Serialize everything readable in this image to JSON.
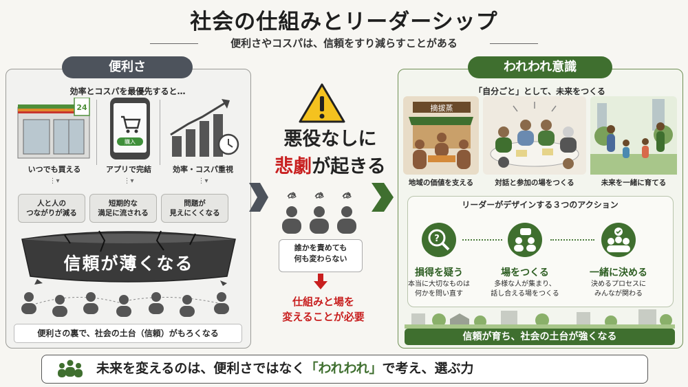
{
  "header": {
    "title": "社会の仕組みとリーダーシップ",
    "subtitle": "便利さやコスパは、信頼をすり減らすことがある"
  },
  "left": {
    "pill": "便利さ",
    "heading": "効率とコスパを最優先すると…",
    "store_sign": "24",
    "buy_button": "購入",
    "captions": [
      "いつでも買える",
      "アプリで完結",
      "効率・コスパ重視"
    ],
    "effects": [
      "人と人の\nつながりが減る",
      "短期的な\n満足に流される",
      "問題が\n見えにくくなる"
    ],
    "rock_text": "信頼が薄くなる",
    "bottom": "便利さの裏で、社会の土台（信頼）がもろくなる"
  },
  "center": {
    "line1": "悪役なしに",
    "line2_red": "悲劇",
    "line2_rest": "が起きる",
    "box": "誰かを責めても\n何も変わらない",
    "conclusion": "仕組みと場を\n変えることが必要"
  },
  "right": {
    "pill": "われわれ意識",
    "heading": "「自分ごと」として、未来をつくる",
    "shop_sign": "摘拔蒸",
    "captions": [
      "地域の価値を支える",
      "対話と参加の場をつくる",
      "未来を一緒に育てる"
    ],
    "actions_title": "リーダーがデザインする３つのアクション",
    "actions": [
      {
        "title": "損得を疑う",
        "desc": "本当に大切なものは\n何かを問い直す"
      },
      {
        "title": "場をつくる",
        "desc": "多様な人が集まり、\n話し合える場をつくる"
      },
      {
        "title": "一緒に決める",
        "desc": "決めるプロセスに\nみんなが関わる"
      }
    ],
    "bottom": "信頼が育ち、社会の土台が強くなる"
  },
  "footer": {
    "before": "未来を変えるのは、便利さではなく",
    "highlight": "「われわれ」",
    "after": "で考え、選ぶ力"
  },
  "colors": {
    "dark_gray": "#4d535c",
    "green": "#3f6f2f",
    "red": "#c81f1f",
    "warning_yellow": "#f4c21f"
  }
}
